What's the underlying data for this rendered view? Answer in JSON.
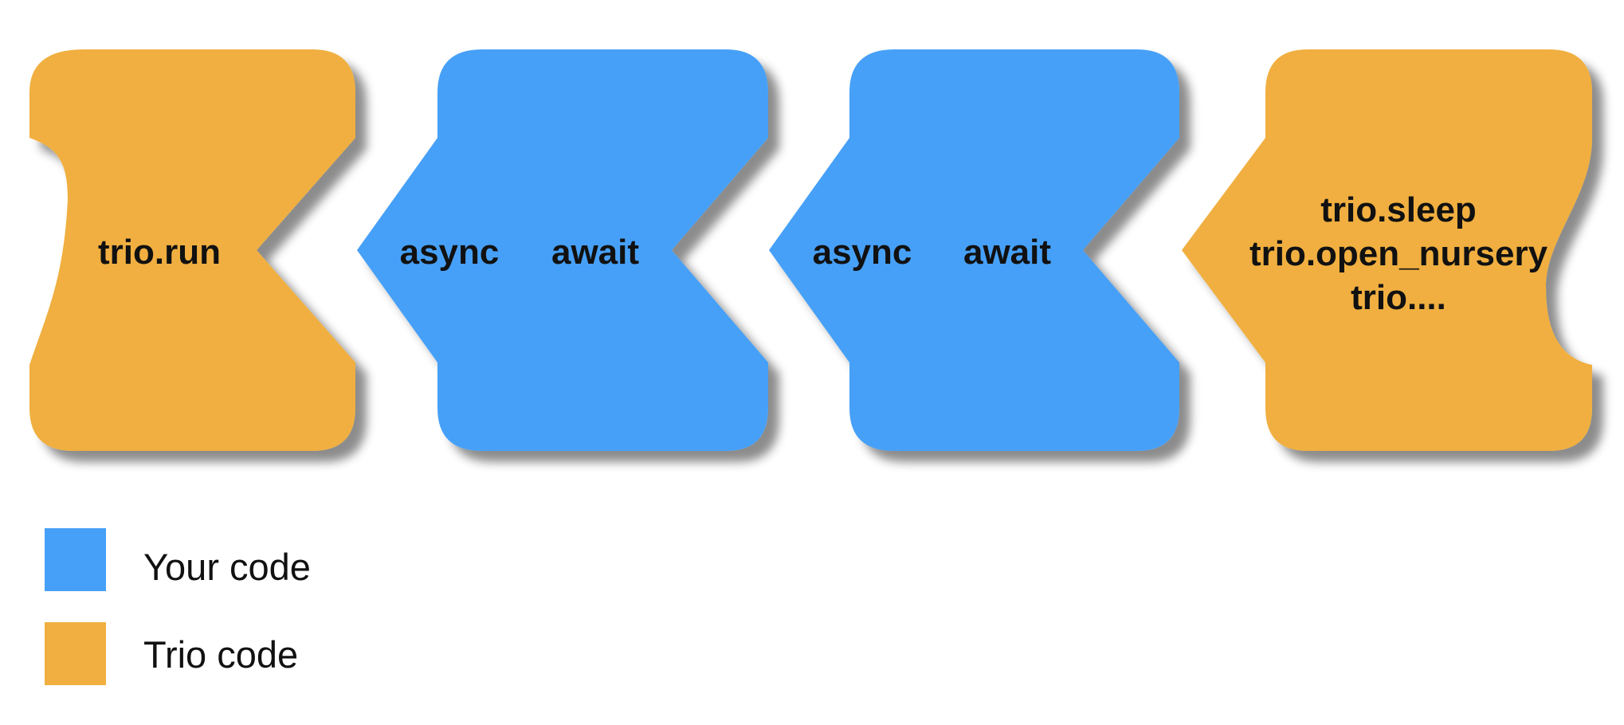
{
  "colors": {
    "your_code": "#46a0f7",
    "trio_code": "#f0af40"
  },
  "blocks": [
    {
      "kind": "trio",
      "lines": [
        "trio.run"
      ]
    },
    {
      "kind": "your",
      "left": "async",
      "right": "await"
    },
    {
      "kind": "your",
      "left": "async",
      "right": "await"
    },
    {
      "kind": "trio",
      "lines": [
        "trio.sleep",
        "trio.open_nursery",
        "trio...."
      ]
    }
  ],
  "legend": [
    {
      "kind": "your",
      "label": "Your code"
    },
    {
      "kind": "trio",
      "label": "Trio code"
    }
  ]
}
